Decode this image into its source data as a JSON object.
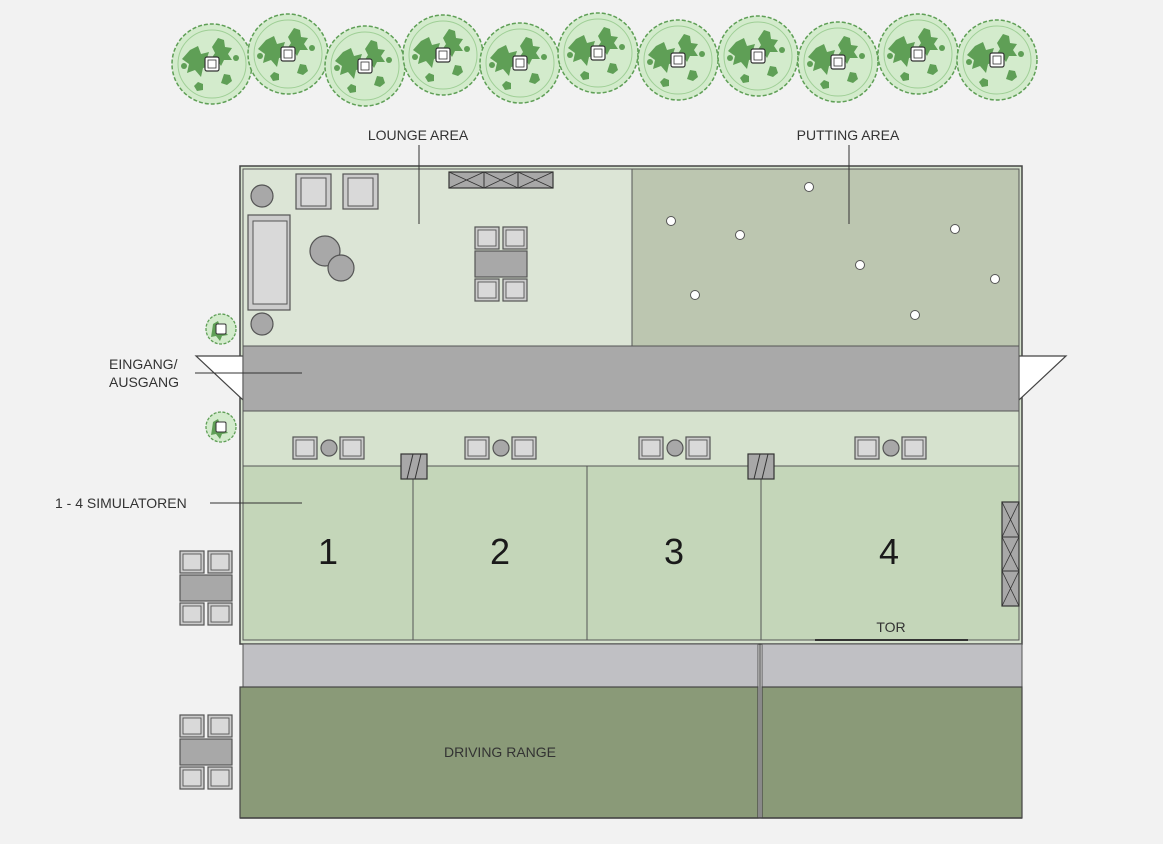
{
  "labels": {
    "lounge": "LOUNGE AREA",
    "putting": "PUTTING AREA",
    "entrance_line1": "EINGANG/",
    "entrance_line2": "AUSGANG",
    "simulators": "1 - 4 SIMULATOREN",
    "gate": "TOR",
    "driving_range": "DRIVING RANGE"
  },
  "simulator_bays": [
    "1",
    "2",
    "3",
    "4"
  ],
  "colors": {
    "background": "#f2f2f2",
    "lounge_floor": "#dce5d6",
    "putting_green": "#bcc6b0",
    "corridor": "#a9a9a9",
    "seating_strip": "#d6e2ce",
    "simulator_floor": "#c4d6b9",
    "walkway": "#c0c0c4",
    "driving_range": "#8a9a78",
    "tree_fill": "#d3ebcc",
    "tree_detail": "#5f9f56",
    "furniture": "#cccccc",
    "furniture_dark": "#a8a8a8"
  },
  "icons": {
    "tree": "tree-icon",
    "chair": "chair-icon",
    "sofa": "sofa-icon",
    "table": "table-icon",
    "net": "net-icon",
    "door": "door-icon",
    "golf_hole": "golf-hole-icon"
  }
}
